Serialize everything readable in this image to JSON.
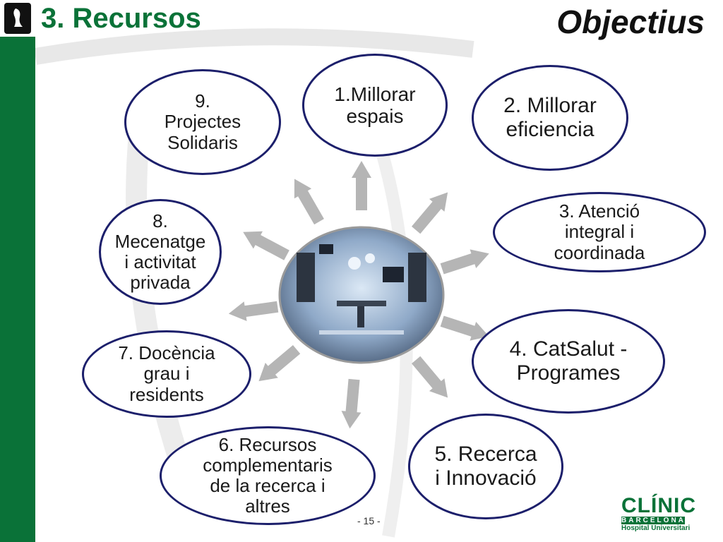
{
  "slide": {
    "section_title": "3. Recursos",
    "heading": "Objectius",
    "page_number": "- 15 -"
  },
  "goals": [
    {
      "label": "1.Millorar\nespais"
    },
    {
      "label": "2. Millorar\neficiencia"
    },
    {
      "label": "3. Atenció\nintegral i\ncoordinada"
    },
    {
      "label": "4. CatSalut -\nProgrames"
    },
    {
      "label": "5. Recerca\ni Innovació"
    },
    {
      "label": "6. Recursos\ncomplementaris\nde la recerca i\naltres"
    },
    {
      "label": "7. Docència\ngrau i\nresidents"
    },
    {
      "label": "8.\nMecenatge\ni activitat\nprivada"
    },
    {
      "label": "9.\nProjectes\nSolidaris"
    }
  ],
  "logo": {
    "name": "CLÍNIC",
    "city": "BARCELONA",
    "subtitle": "Hospital Universitari"
  },
  "colors": {
    "brand_green": "#0a7238",
    "oval_border": "#1c1f6b",
    "arrow_gray": "#b5b5b5"
  }
}
